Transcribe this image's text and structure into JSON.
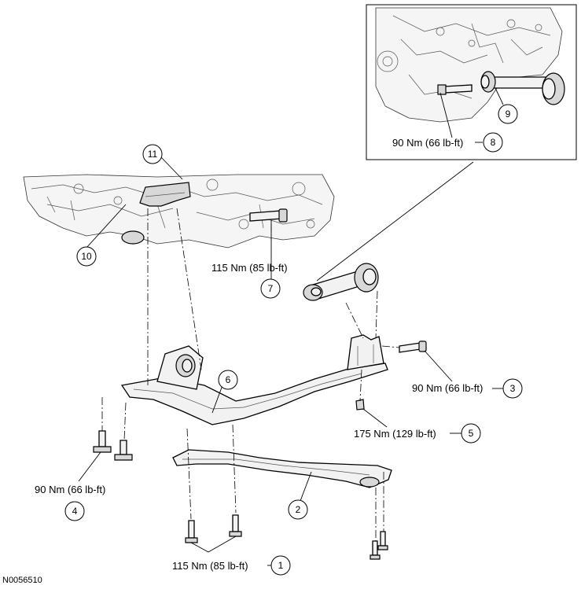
{
  "figure_id": "N0056510",
  "callouts": {
    "c1": {
      "num": "1",
      "torque": "115 Nm (85 lb-ft)"
    },
    "c2": {
      "num": "2"
    },
    "c3": {
      "num": "3",
      "torque": "90 Nm (66 lb-ft)"
    },
    "c4": {
      "num": "4",
      "torque": "90 Nm (66 lb-ft)"
    },
    "c5": {
      "num": "5",
      "torque": "175 Nm (129 lb-ft)"
    },
    "c6": {
      "num": "6"
    },
    "c7": {
      "num": "7",
      "torque": "115 Nm (85 lb-ft)"
    },
    "c8": {
      "num": "8",
      "torque": "90 Nm (66 lb-ft)"
    },
    "c9": {
      "num": "9"
    },
    "c10": {
      "num": "10"
    },
    "c11": {
      "num": "11"
    }
  }
}
